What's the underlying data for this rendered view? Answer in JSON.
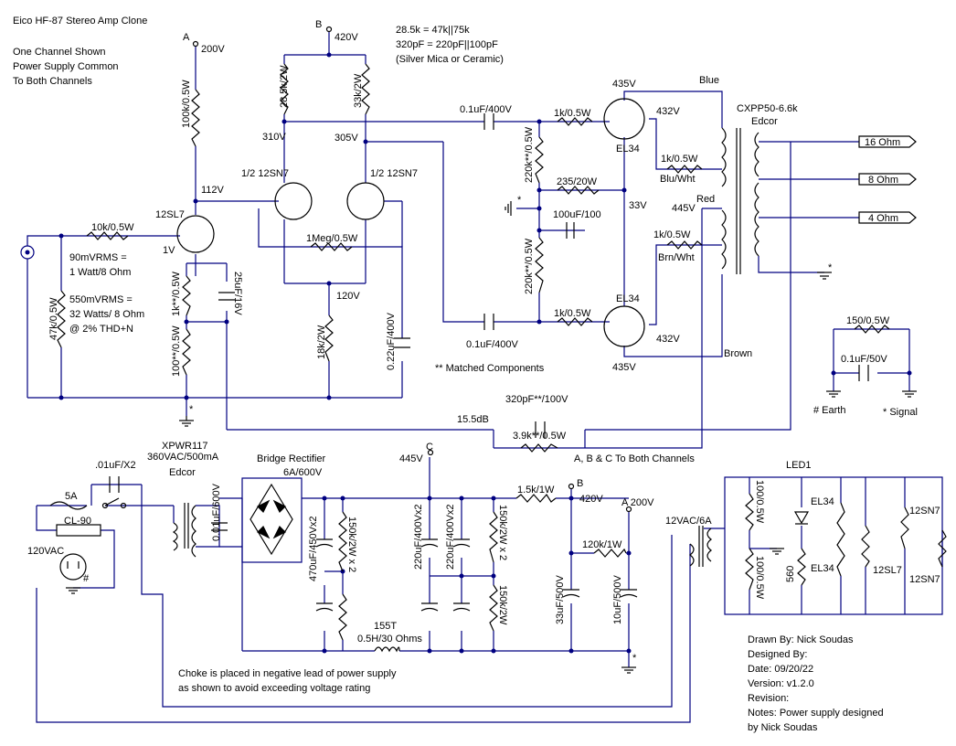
{
  "title": "Eico HF-87 Stereo Amp Clone",
  "notes": {
    "line1": "One Channel Shown",
    "line2": "Power Supply Common",
    "line3": "To Both Channels",
    "eq1": "28.5k = 47k||75k",
    "eq2": "320pF = 220pF||100pF",
    "eq3": "(Silver Mica or Ceramic)",
    "vrms1": "90mVRMS =",
    "vrms2": "1 Watt/8 Ohm",
    "vrms3": "550mVRMS =",
    "vrms4": "32 Watts/ 8 Ohm",
    "vrms5": "@ 2% THD+N",
    "matched": "** Matched Components",
    "abc": "A, B & C To Both Channels",
    "choke1": "Choke is placed in negative lead of power supply",
    "choke2": "as shown to avoid exceeding voltage rating"
  },
  "nodes": {
    "a": "A",
    "b": "B",
    "c": "C",
    "v200": "200V",
    "v420": "420V",
    "v310": "310V",
    "v305": "305V",
    "v112": "112V",
    "v1": "1V",
    "v120": "120V",
    "v435a": "435V",
    "v432a": "432V",
    "v33": "33V",
    "v445": "445V",
    "v432b": "432V",
    "v435b": "435V",
    "db": "15.5dB",
    "v445c": "445V",
    "b420": "420V",
    "a200": "A 200V"
  },
  "tubes": {
    "t12sl7": "12SL7",
    "t12sn7a": "1/2 12SN7",
    "t12sn7b": "1/2 12SN7",
    "el34a": "EL34",
    "el34b": "EL34"
  },
  "components": {
    "r100k": "100k/0.5W",
    "r28k": "28.5k/2W",
    "r33k": "33k/2W",
    "r10k": "10k/0.5W",
    "r47k": "47k/0.5W",
    "r1k": "1k**/0.5W",
    "c25u": "25uF/16V",
    "r100": "100**/0.5W",
    "r1meg": "1Meg/0.5W",
    "r18k": "18k/2W",
    "c022": "0.22uF/400V",
    "c01a": "0.1uF/400V",
    "c01b": "0.1uF/400V",
    "r1ka": "1k/0.5W",
    "r1kb": "1k/0.5W",
    "r220a": "220k**/0.5W",
    "r220b": "220k**/0.5W",
    "r235": "235/20W",
    "c100u": "100uF/100",
    "r1kc": "1k/0.5W",
    "r1kd": "1k/0.5W",
    "c320": "320pF**/100V",
    "r39": "3.9k**/0.5W",
    "r150": "150/0.5W",
    "c01c": "0.1uF/50V"
  },
  "transformer": {
    "name": "CXPP50-6.6k",
    "maker": "Edcor",
    "blue": "Blue",
    "bluwht": "Blu/Wht",
    "red": "Red",
    "brnwht": "Brn/Wht",
    "brown": "Brown"
  },
  "outputs": {
    "o16": "16  Ohm",
    "o8": "8  Ohm",
    "o4": "4  Ohm"
  },
  "grounds": {
    "earth": "# Earth",
    "signal": "* Signal"
  },
  "psu": {
    "xfmr1": "XPWR117",
    "xfmr2": "360VAC/500mA",
    "xfmr3": "Edcor",
    "cap01": ".01uF/X2",
    "fuse": "5A",
    "ntc": "CL-90",
    "ac": "120VAC",
    "c001": "0.01uF/600V",
    "bridge1": "Bridge Rectifier",
    "bridge2": "6A/600V",
    "c470": "470uF/450Vx2",
    "r150k": "150k/2W x 2",
    "choke1": "155T",
    "choke2": "0.5H/30 Ohms",
    "c220a": "220uF/400Vx2",
    "c220b": "220uF/400Vx2",
    "r150kb": "150k/2W x 2",
    "r150kc": "150k/2W",
    "r15k": "1.5k/1W",
    "r120k": "120k/1W",
    "c33": "33uF/500V",
    "c10": "10uF/500V",
    "fil": "12VAC/6A",
    "r100a": "100/0.5W",
    "r100b": "100/0.5W",
    "led": "LED1",
    "r560": "560",
    "el34x": "EL34",
    "el34y": "EL34",
    "sl7": "12SL7",
    "sn7a": "12SN7",
    "sn7b": "12SN7"
  },
  "credits": {
    "drawn": "Drawn By: Nick Soudas",
    "designed": "Designed By:",
    "date": "Date: 09/20/22",
    "version": "Version: v1.2.0",
    "revision": "Revision:",
    "notes1": "Notes: Power supply designed",
    "notes2": "by Nick Soudas"
  }
}
